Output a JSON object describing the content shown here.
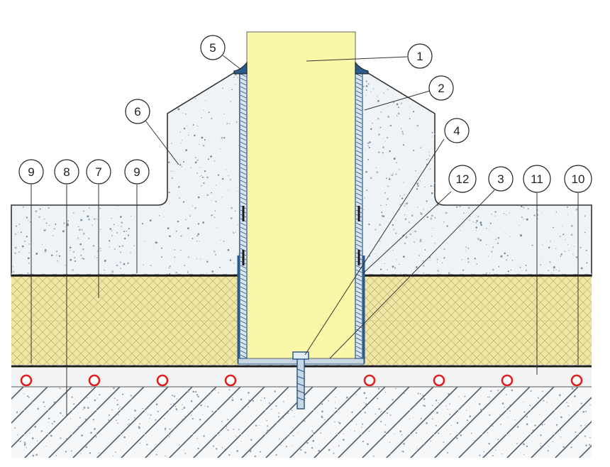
{
  "diagram": {
    "colors": {
      "panel": "#fbf7a8",
      "panel_edge": "#7a7a7a",
      "concrete": "#eef3f8",
      "insulation": "#efe7a6",
      "insulation_hatch": "#c9b873",
      "membrane": "#1a1a1a",
      "seal": "#2c5a8a",
      "screed": "#f3f3f3",
      "heating_pipe": "#e0211f",
      "subfloor_hatch": "#4a5a6a",
      "leader": "#333333"
    },
    "callouts": [
      {
        "id": "c1",
        "label": "1"
      },
      {
        "id": "c2",
        "label": "2"
      },
      {
        "id": "c3",
        "label": "3"
      },
      {
        "id": "c4",
        "label": "4"
      },
      {
        "id": "c5",
        "label": "5"
      },
      {
        "id": "c6",
        "label": "6"
      },
      {
        "id": "c7",
        "label": "7"
      },
      {
        "id": "c8",
        "label": "8"
      },
      {
        "id": "c9a",
        "label": "9"
      },
      {
        "id": "c9b",
        "label": "9"
      },
      {
        "id": "c10",
        "label": "10"
      },
      {
        "id": "c11",
        "label": "11"
      },
      {
        "id": "c12",
        "label": "12"
      }
    ]
  }
}
